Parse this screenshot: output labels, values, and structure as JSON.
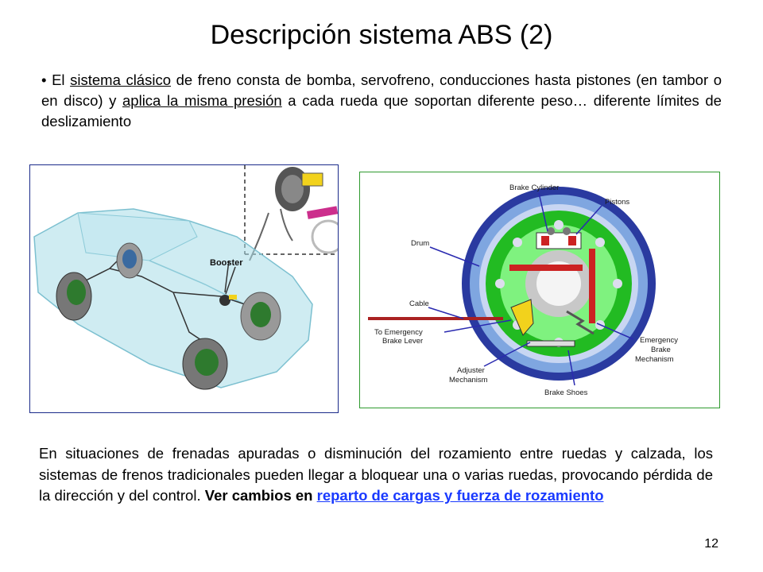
{
  "slide": {
    "title": "Descripción sistema ABS  (2)",
    "page_number": "12"
  },
  "intro": {
    "bullet": "•",
    "t1": "El ",
    "u1": "sistema clásico",
    "t2": " de freno consta de bomba, servofreno, conducciones hasta pistones (en tambor o en disco) y ",
    "u2": "aplica la misma presión",
    "t3": " a cada rueda que soportan diferente peso… diferente límites de deslizamiento"
  },
  "figure_left": {
    "booster_label": "Booster"
  },
  "figure_right": {
    "labels": {
      "brake_cylinder": "Brake Cylinder",
      "pistons": "Pistons",
      "drum": "Drum",
      "cable": "Cable",
      "emergency_lever_1": "To Emergency",
      "emergency_lever_2": "Brake Lever",
      "adjuster_1": "Adjuster",
      "adjuster_2": "Mechanism",
      "emergency_mech_1": "Emergency",
      "emergency_mech_2": "Brake",
      "emergency_mech_3": "Mechanism",
      "brake_shoes": "Brake Shoes"
    }
  },
  "bottom": {
    "text": "En situaciones de frenadas apuradas o disminución del rozamiento entre ruedas y calzada, los sistemas de frenos tradicionales pueden llegar a bloquear una o varias ruedas, provocando pérdida de la dirección y del control. ",
    "bold_text": "Ver cambios en",
    "link_text": "reparto de cargas y fuerza de rozamiento"
  },
  "colors": {
    "left_border": "#1a2a8a",
    "right_border": "#2e9a2e",
    "link": "#1a3aff"
  }
}
